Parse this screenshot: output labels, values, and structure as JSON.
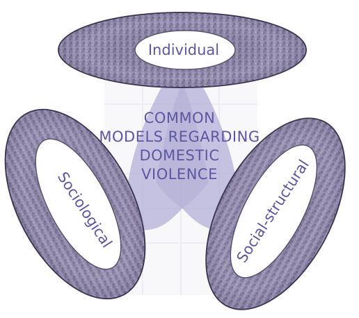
{
  "center_title": {
    "lines": [
      "COMMON",
      "MODELS REGARDING",
      "DOMESTIC",
      "VIOLENCE"
    ]
  },
  "rings": {
    "top": {
      "label": "Individual"
    },
    "left": {
      "label": "Sociological"
    },
    "right": {
      "label": "Social-structural"
    }
  },
  "colors": {
    "ring_fill": "#8e86a6",
    "ring_dark": "#5a5270",
    "ring_edge": "#3a3450",
    "triangle": "#b8b2dc",
    "text": "#5e56a0",
    "grid": "#e6e5ee"
  }
}
